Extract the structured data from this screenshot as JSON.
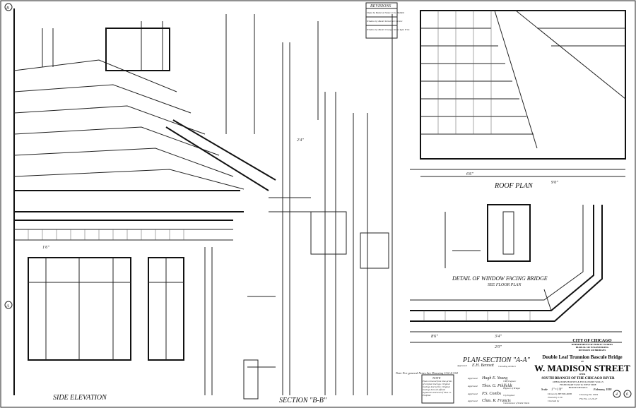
{
  "views": {
    "side_elevation": "SIDE ELEVATION",
    "section_bb": "SECTION \"B-B\"",
    "roof_plan": "ROOF PLAN",
    "window_detail": "DETAIL OF WINDOW FACING BRIDGE",
    "window_detail_sub": "SEE FLOOR PLAN",
    "plan_section": "PLAN-SECTION \"A-A\""
  },
  "revisions": {
    "header": "REVISIONS",
    "items": [
      "Slope by Bastel at Stone to be Bedded",
      "Window by Bastel Detail at Cornice",
      "Window by Bastel Change Stone Type Trim"
    ]
  },
  "note": {
    "general": "Note For general Notes See Drawing C32-4-334",
    "header": "NOTE",
    "body": "Plans retraced from blue-prints of original tracings. Original tracings lost by fire. Original tracings bore all official signatures and seal of Thos. G. Pihlfeldt"
  },
  "approvals": [
    {
      "role": "Approved",
      "name": "E.H. Bennett",
      "title": "Consulting Architect"
    },
    {
      "role": "Approved",
      "name": "Hugh E. Young",
      "title": "Chief Engineer"
    },
    {
      "role": "Approved",
      "name": "Thos. G. Pihlfeldt",
      "title": "Engineer of Bridges"
    },
    {
      "role": "Approved",
      "name": "P.S. Combs",
      "title": "City Engineer"
    },
    {
      "role": "Approved",
      "name": "Chas. R. Francis",
      "title": "Commissioner of Public Works"
    }
  ],
  "title_block": {
    "city": "CITY OF CHICAGO",
    "dept": "DEPARTMENT OF PUBLIC WORKS",
    "bureau": "BUREAU OF ENGINEERING",
    "division": "DIVISION OF BRIDGES",
    "bridge_type": "Double Leaf Trunnion Bascule Bridge",
    "at": "AT",
    "street": "W. MADISON STREET",
    "over": "OVER",
    "river": "SOUTH BRANCH OF THE CHICAGO RIVER",
    "line1": "OPERATORS HOUSES & ENCLOSURE WALLS",
    "line2": "FIXED PART  EAST & WEST SIDE",
    "line3": "HOUSE DETAILS",
    "scale_label": "Scale",
    "scale": "1\"=1'0\"",
    "date": "February, 1920",
    "drawn_by": "Drawn by HETSB-MKB",
    "traced_by": "Traced by C.W.",
    "checked_by": "Checked by",
    "drawing_no": "Drawing No. 6904",
    "file_no": "File No. 21-29-27",
    "sheet": "4",
    "sheets": "6"
  },
  "dimensions": [
    "6'6\"",
    "9'0\"",
    "8'6\"",
    "3'4\"",
    "2'0\"",
    "1'6\"",
    "2'4\""
  ],
  "markers": {
    "b": "B",
    "a": "A"
  }
}
